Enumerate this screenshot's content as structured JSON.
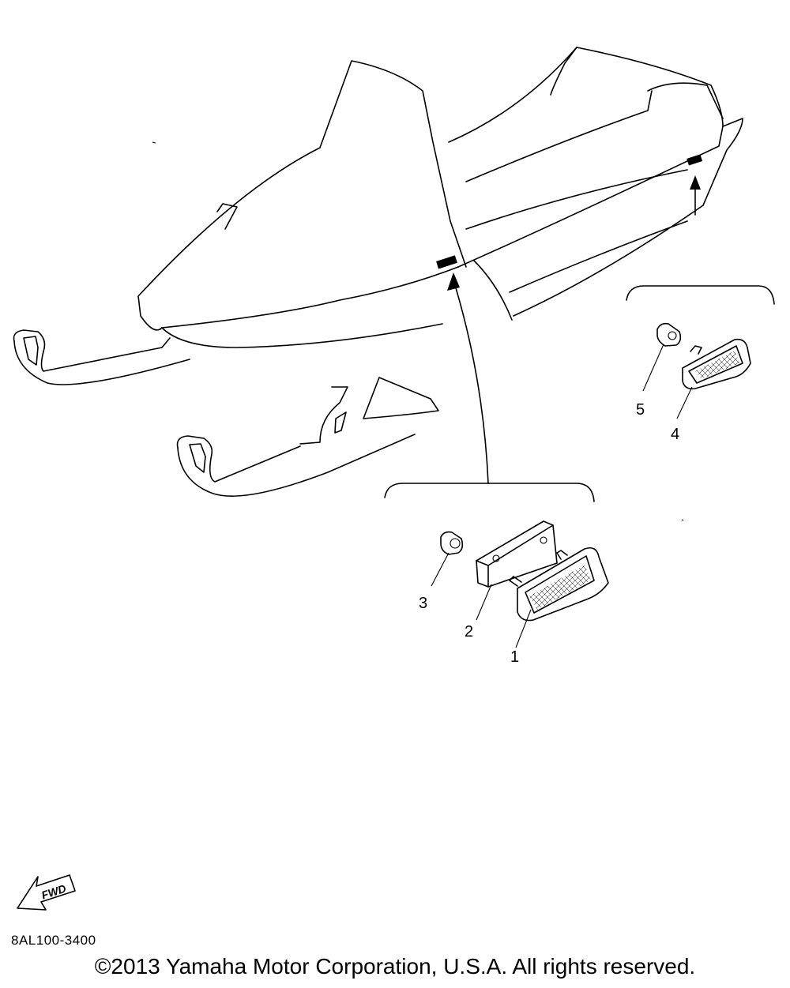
{
  "diagram": {
    "callouts": [
      {
        "id": "1",
        "label": "1"
      },
      {
        "id": "2",
        "label": "2"
      },
      {
        "id": "3",
        "label": "3"
      },
      {
        "id": "4",
        "label": "4"
      },
      {
        "id": "5",
        "label": "5"
      }
    ],
    "fwd_label": "FWD",
    "part_code": "8AL100-3400",
    "copyright": "©2013 Yamaha Motor Corporation, U.S.A. All rights reserved."
  }
}
